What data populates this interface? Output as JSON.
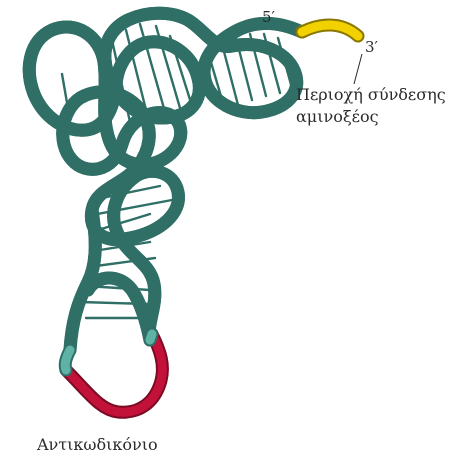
{
  "labels": {
    "five_prime": "5′",
    "three_prime": "3′",
    "amino_acid_site_line1": "Περιοχή σύνδεσης",
    "amino_acid_site_line2": "αμινοξέος",
    "anticodon": "Αντικωδικόνιο"
  },
  "colors": {
    "backbone": "#5fb3a6",
    "backbone_outline": "#2f6f66",
    "rungs": "#2f6f66",
    "acceptor_end": "#f2d100",
    "anticodon_loop": "#c2123a",
    "text": "#2a2a2a"
  }
}
